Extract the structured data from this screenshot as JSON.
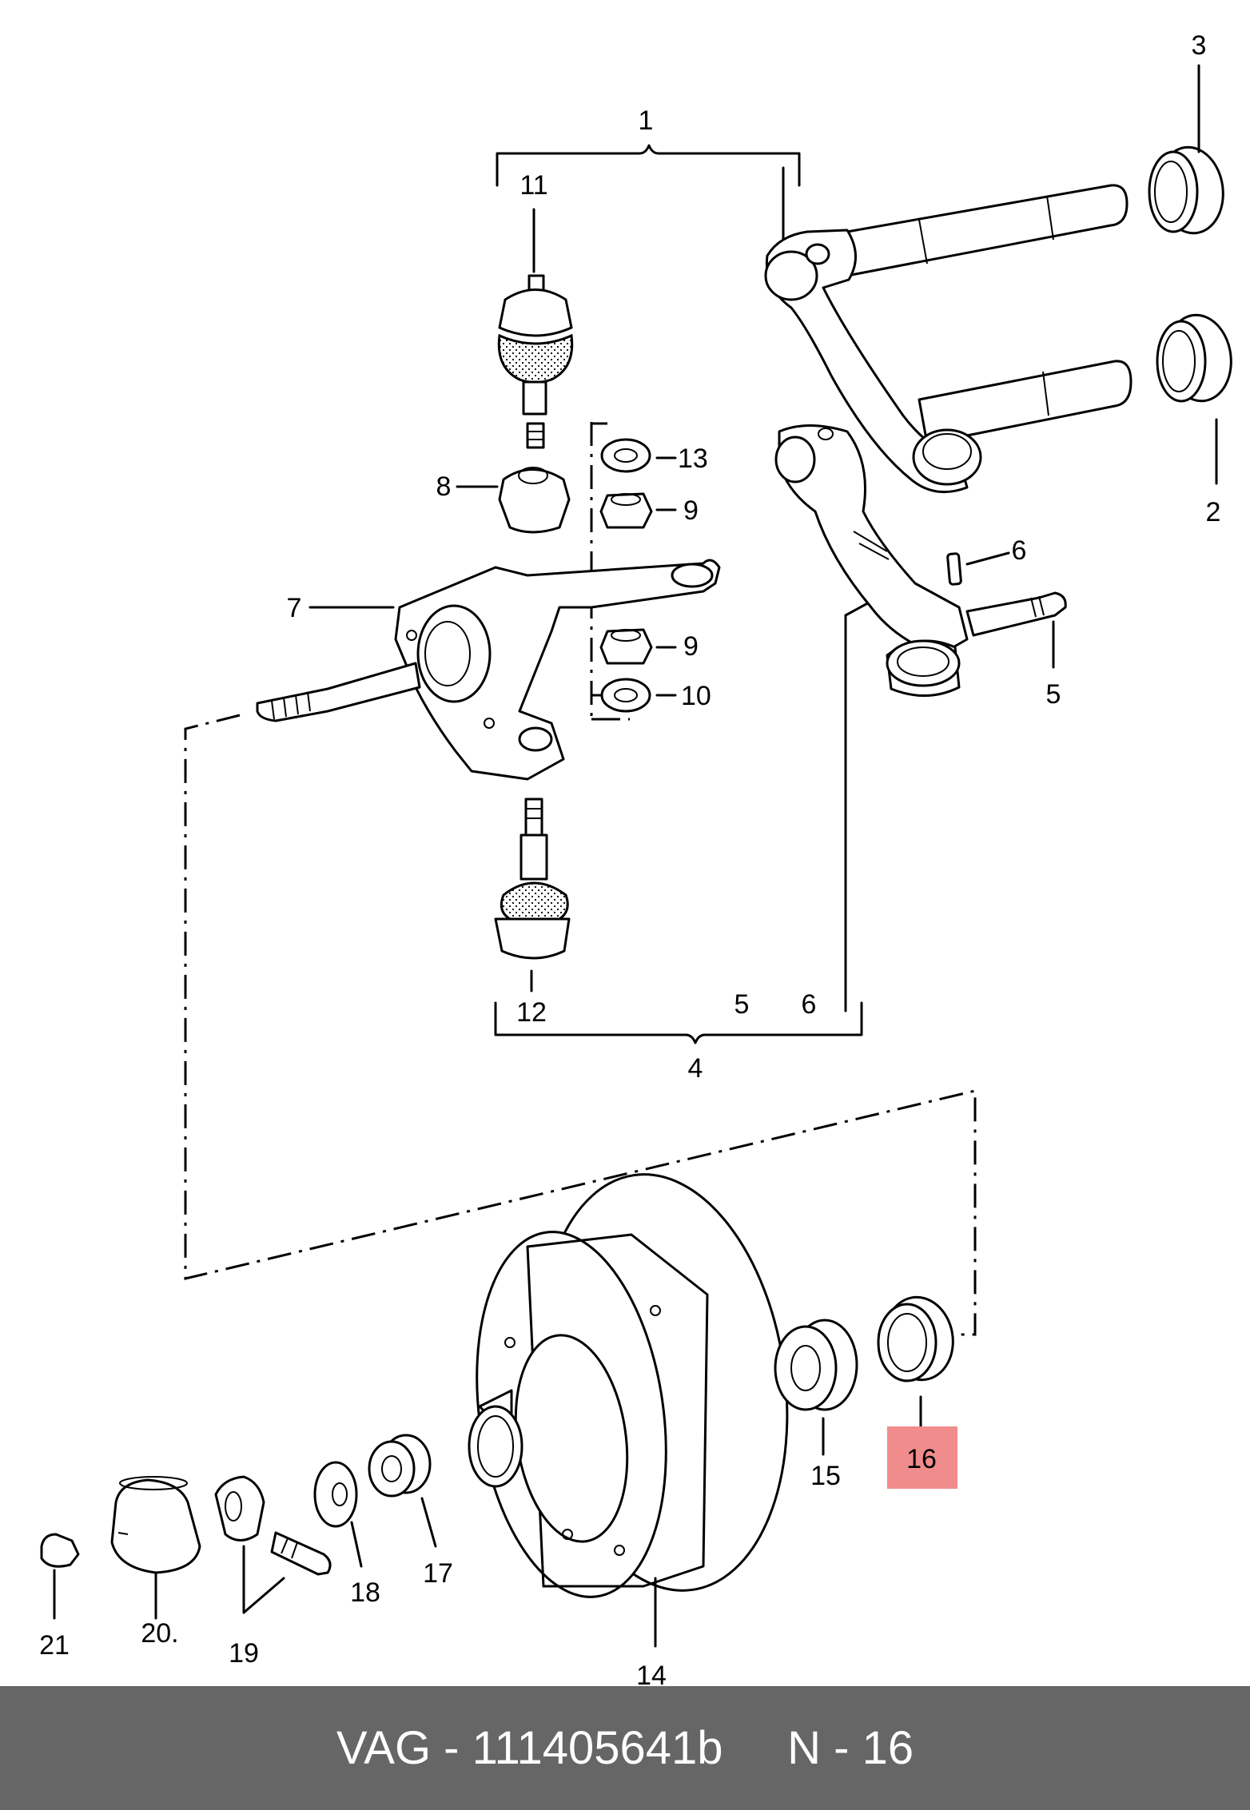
{
  "callouts": {
    "c1": "1",
    "c2": "2",
    "c3": "3",
    "c4": "4",
    "c5a": "5",
    "c5b": "5",
    "c6a": "6",
    "c6b": "6",
    "c7": "7",
    "c8": "8",
    "c9a": "9",
    "c9b": "9",
    "c10": "10",
    "c11": "11",
    "c12": "12",
    "c13": "13",
    "c14": "14",
    "c15": "15",
    "c16": "16",
    "c17": "17",
    "c18": "18",
    "c19": "19",
    "c20": "20.",
    "c21": "21"
  },
  "highlighted_callout": "16",
  "colors": {
    "highlight": "#f08c8c",
    "footer_bg": "#666666",
    "footer_text": "#ffffff"
  },
  "footer": {
    "brand": "VAG",
    "separator": " - ",
    "part_number": "111405641b",
    "position_label": "N - 16"
  }
}
